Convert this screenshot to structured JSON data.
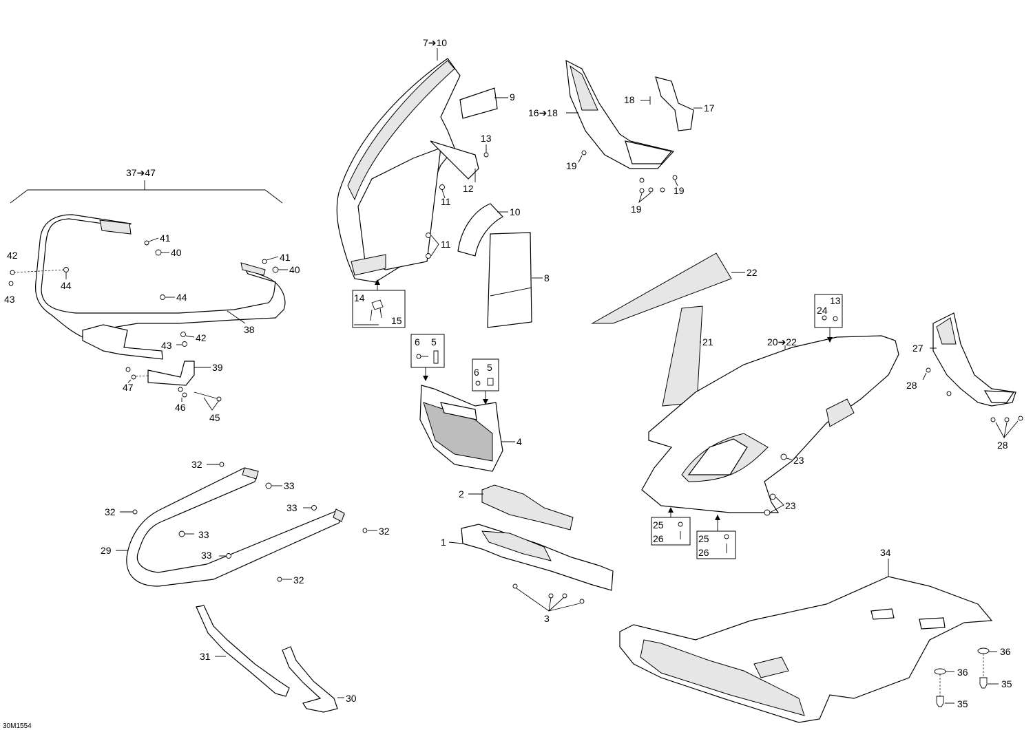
{
  "figure_code": "30M1554",
  "callouts": {
    "c_7_10": "7➔10",
    "c_9": "9",
    "c_13a": "13",
    "c_12": "12",
    "c_11a": "11",
    "c_10": "10",
    "c_11b": "11",
    "c_8": "8",
    "c_14": "14",
    "c_15": "15",
    "c_16_18": "16➔18",
    "c_18": "18",
    "c_17": "17",
    "c_19a": "19",
    "c_19b": "19",
    "c_19c": "19",
    "c_37_47": "37➔47",
    "c_42a": "42",
    "c_43a": "43",
    "c_44a": "44",
    "c_41a": "41",
    "c_40a": "40",
    "c_41b": "41",
    "c_40b": "40",
    "c_44b": "44",
    "c_43b": "43",
    "c_42b": "42",
    "c_38": "38",
    "c_39": "39",
    "c_47": "47",
    "c_46": "46",
    "c_45": "45",
    "c_22": "22",
    "c_13b": "13",
    "c_24": "24",
    "c_21": "21",
    "c_20_22": "20➔22",
    "c_27": "27",
    "c_28a": "28",
    "c_28b": "28",
    "c_23a": "23",
    "c_23b": "23",
    "c_25a": "25",
    "c_26a": "26",
    "c_25b": "25",
    "c_26b": "26",
    "c_6a": "6",
    "c_5a": "5",
    "c_6b": "6",
    "c_5b": "5",
    "c_4": "4",
    "c_2": "2",
    "c_1": "1",
    "c_3": "3",
    "c_32a": "32",
    "c_33a": "33",
    "c_32b": "32",
    "c_33b": "33",
    "c_33c": "33",
    "c_32c": "32",
    "c_29": "29",
    "c_33d": "33",
    "c_32d": "32",
    "c_31": "31",
    "c_30": "30",
    "c_34": "34",
    "c_36a": "36",
    "c_35a": "35",
    "c_36b": "36",
    "c_35b": "35"
  }
}
